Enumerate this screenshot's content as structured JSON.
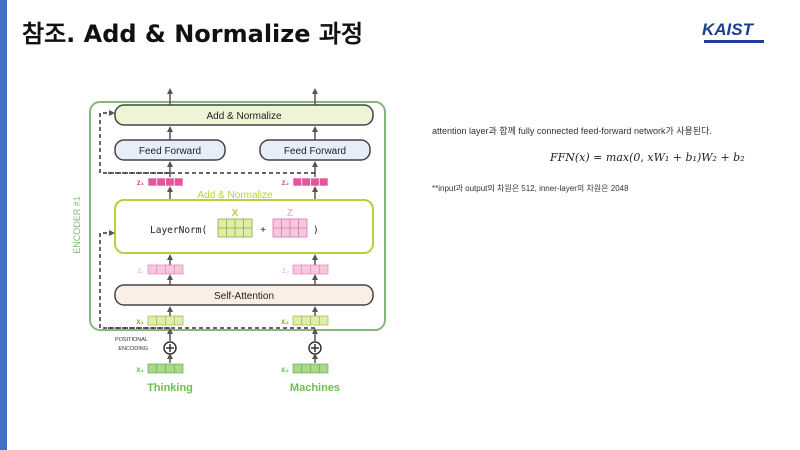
{
  "slide": {
    "title": "참조. Add & Normalize 과정",
    "logo": "KAIST",
    "description": "attention layer과 함께 fully connected feed-forward network가 사용된다.",
    "formula": "FFN(x) = max(0, xW₁ + b₁)W₂ + b₂",
    "note": "**input과 output의 차원은 512, inner-layer의 차원은 2048"
  },
  "diagram": {
    "encoder_label": "ENCODER #1",
    "add_norm_top": "Add & Normalize",
    "feed_forward_1": "Feed Forward",
    "feed_forward_2": "Feed Forward",
    "z1_out": "z₁",
    "z2_out": "z₂",
    "add_norm_mid": "Add & Normalize",
    "x_label": "X",
    "z_label": "Z",
    "layernorm_open": "LayerNorm(",
    "plus": "+",
    "close_paren": ")",
    "z1_in": "z₁",
    "z2_in": "z₂",
    "self_attention": "Self-Attention",
    "x1_top": "x₁",
    "x2_top": "x₂",
    "positional_encoding_line1": "POSITIONAL",
    "positional_encoding_line2": "ENCODING",
    "x1_bottom": "x₁",
    "x2_bottom": "x₂",
    "word1": "Thinking",
    "word2": "Machines"
  },
  "colors": {
    "accent_bar": "#3f6fc8",
    "logo": "#1d3f8f",
    "encoder_border": "#86b77f",
    "add_norm_fill": "#eef5d6",
    "feed_forward_fill": "#e7eef9",
    "self_attention_fill": "#fbeee5",
    "layernorm_border": "#b6d13b",
    "z_strong": "#e4559b",
    "z_light": "#f2b3d2",
    "x_green": "#c4e08a",
    "x_dark_green": "#6cbf4f"
  }
}
